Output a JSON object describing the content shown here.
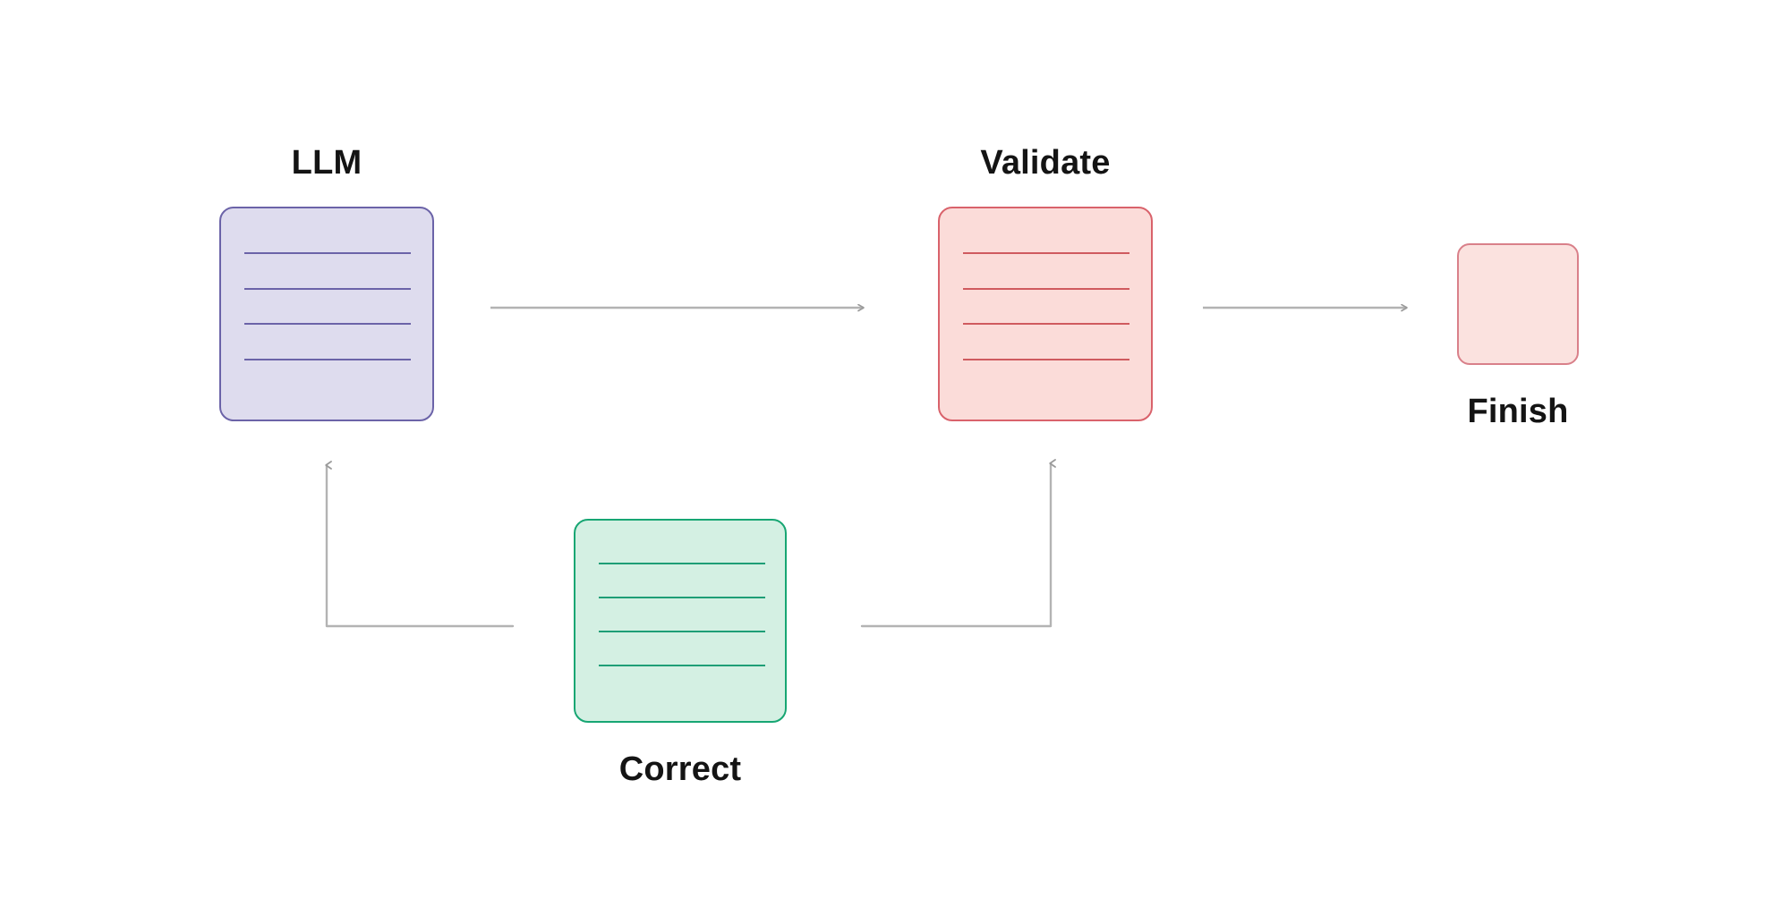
{
  "diagram": {
    "title": "LLM validate-correct feedback loop",
    "background_color": "#ffffff",
    "connector_color": "#b3b3b3"
  },
  "nodes": [
    {
      "id": "llm",
      "label": "LLM",
      "label_position": "above",
      "shape": "rounded-rect-document",
      "fill": "#dedcee",
      "stroke": "#6b63a8",
      "line_color": "#6b63a8",
      "line_count": 4
    },
    {
      "id": "validate",
      "label": "Validate",
      "label_position": "above",
      "shape": "rounded-rect-document",
      "fill": "#fbdcd9",
      "stroke": "#d9626b",
      "line_color": "#cf5a5f",
      "line_count": 4
    },
    {
      "id": "correct",
      "label": "Correct",
      "label_position": "below",
      "shape": "rounded-rect-document",
      "fill": "#d4f0e3",
      "stroke": "#17a673",
      "line_color": "#1e9e76",
      "line_count": 4
    },
    {
      "id": "finish",
      "label": "Finish",
      "label_position": "below",
      "shape": "rounded-rect-plain",
      "fill": "#fbe2df",
      "stroke": "#d9808a",
      "line_color": "",
      "line_count": 0
    }
  ],
  "edges": [
    {
      "id": "llm-to-validate",
      "from": "llm",
      "to": "validate",
      "style": "straight-horizontal",
      "direction": "right",
      "label": ""
    },
    {
      "id": "validate-to-finish",
      "from": "validate",
      "to": "finish",
      "style": "straight-horizontal",
      "direction": "right",
      "label": ""
    },
    {
      "id": "correct-to-llm",
      "from": "correct",
      "to": "llm",
      "style": "elbow-up-left",
      "direction": "up",
      "label": ""
    },
    {
      "id": "validate-to-correct",
      "from": "validate",
      "to": "correct",
      "style": "elbow-up-right",
      "direction": "up",
      "label": ""
    }
  ]
}
